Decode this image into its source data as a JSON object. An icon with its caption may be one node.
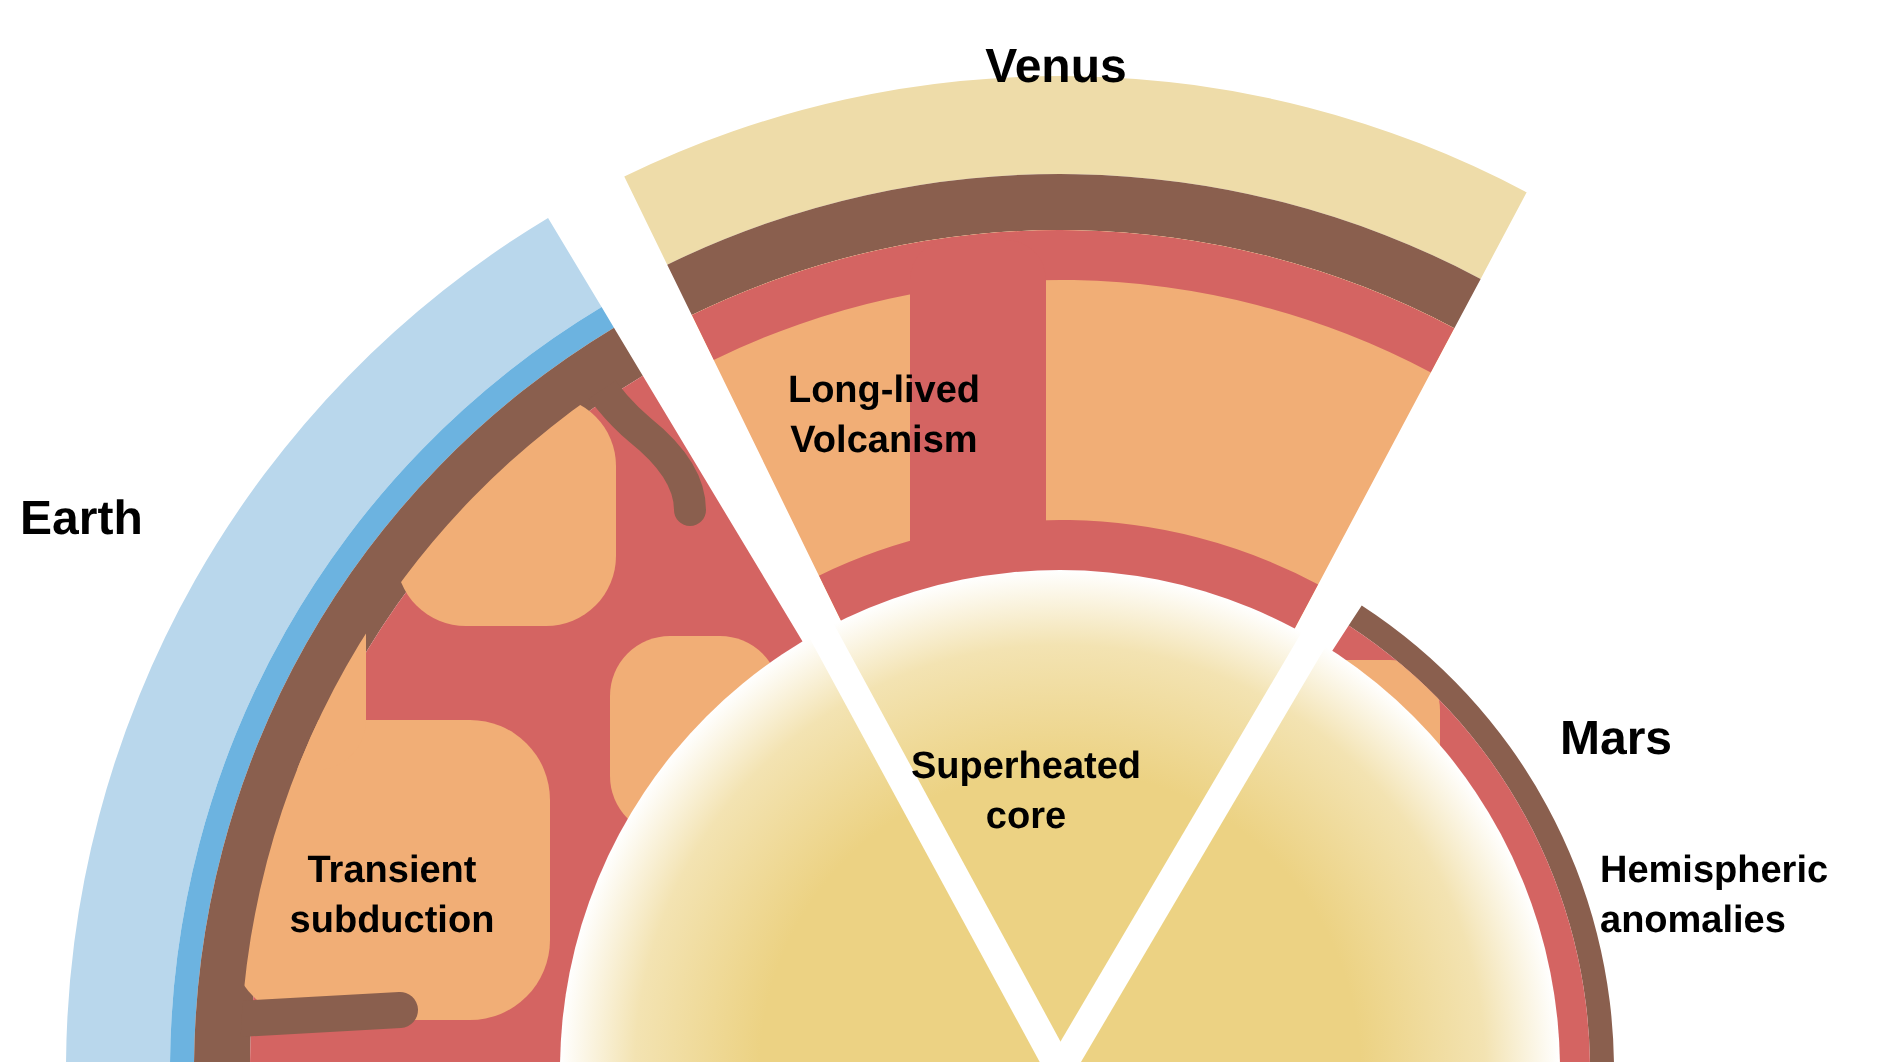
{
  "diagram": {
    "labels": [
      "Venus",
      "Long-lived Volcanism",
      "Earth",
      "Mars",
      "Superheated core",
      "Transient subduction",
      "Hemispheric anomalies"
    ]
  }
}
